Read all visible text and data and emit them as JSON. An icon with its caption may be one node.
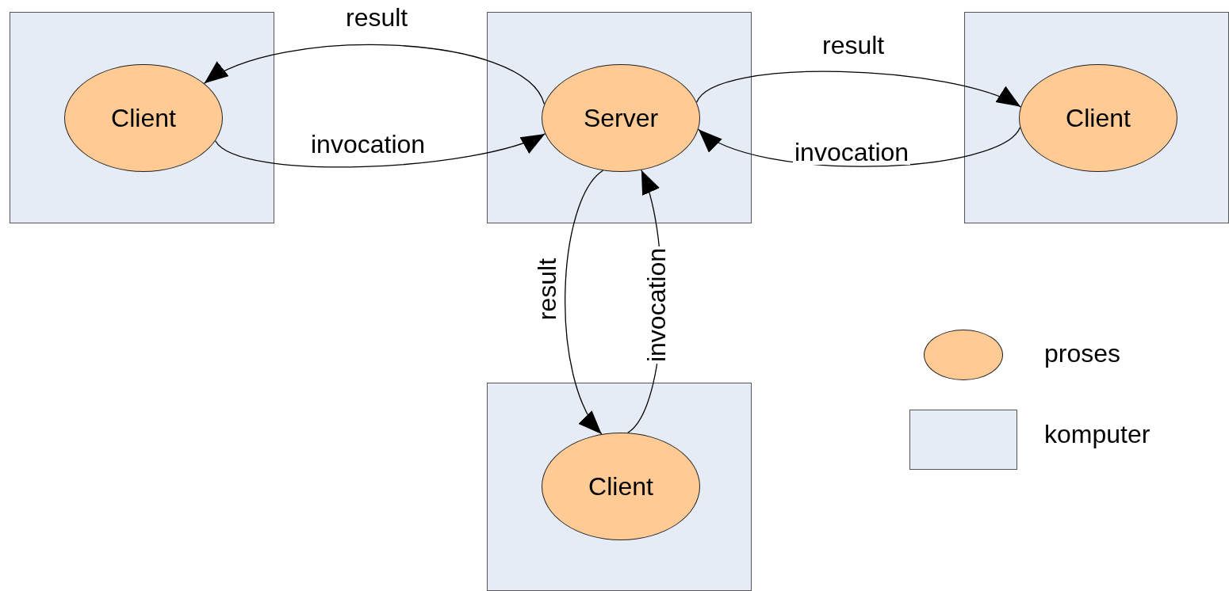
{
  "diagram": {
    "nodes": [
      {
        "text": [],
        "shape": "box"
      },
      {
        "text": [
          "Client"
        ],
        "in": 0
      },
      {
        "text": [],
        "shape": "box"
      },
      {
        "text": [
          "Server"
        ],
        "in": 2
      },
      {
        "text": [],
        "shape": "box"
      },
      {
        "text": [
          "Client"
        ],
        "in": 4
      },
      {
        "text": [],
        "shape": "box"
      },
      {
        "text": [
          "Client"
        ],
        "in": 6
      }
    ],
    "edges": [
      {
        "from": 3,
        "to": 1,
        "arrow": "to",
        "label": "result"
      },
      {
        "from": 1,
        "to": 3,
        "arrow": "to",
        "label": "invocation"
      },
      {
        "from": 3,
        "to": 5,
        "arrow": "to",
        "label": "result"
      },
      {
        "from": 5,
        "to": 3,
        "arrow": "to",
        "label": "invocation"
      },
      {
        "from": 3,
        "to": 7,
        "arrow": "to",
        "label": "result"
      },
      {
        "from": 7,
        "to": 3,
        "arrow": "to",
        "label": "invocation"
      }
    ],
    "legend": [
      {
        "text": "proses",
        "color": "#ffca94"
      },
      {
        "text": "komputer",
        "color": "#e6ecf6"
      }
    ]
  }
}
